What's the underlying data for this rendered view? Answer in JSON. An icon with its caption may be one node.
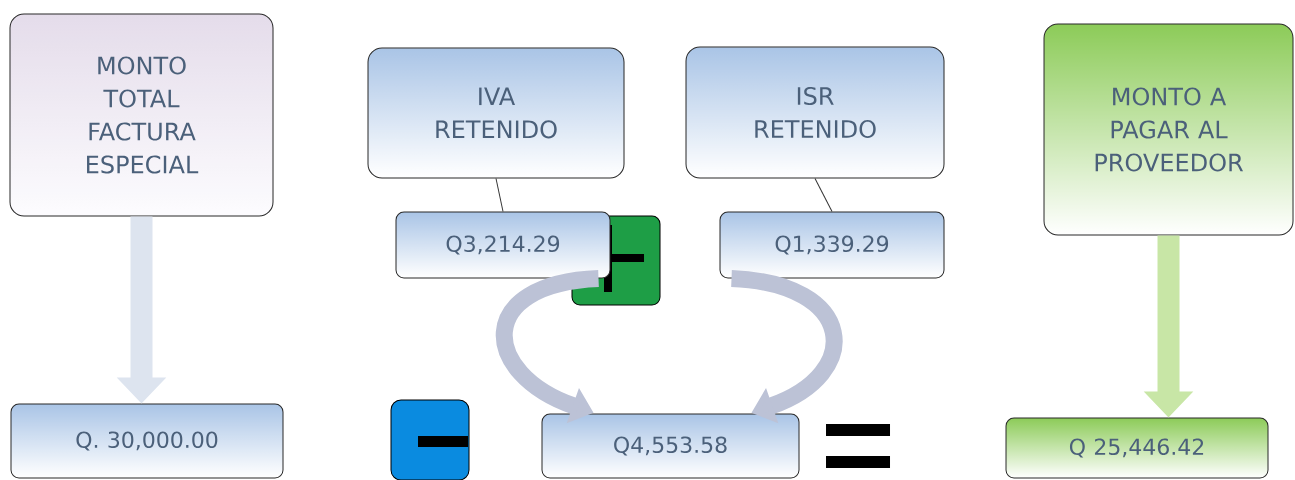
{
  "diagram": {
    "nodes": [
      {
        "text": [
          "MONTO TOTAL FACTURA ESPECIAL"
        ]
      },
      {
        "text": [
          "Q. 30,000.00"
        ]
      },
      {
        "text": [
          "IVA RETENIDO"
        ]
      },
      {
        "text": [
          "ISR RETENIDO"
        ]
      },
      {
        "text": [
          "Q3,214.29"
        ]
      },
      {
        "text": [
          "Q1,339.29"
        ]
      },
      {
        "text": [
          "Q4,553.58"
        ]
      },
      {
        "text": [
          "MONTO A PAGAR AL PROVEEDOR"
        ]
      },
      {
        "text": [
          "Q 25,446.42"
        ]
      }
    ],
    "edges": [
      {
        "from": 0,
        "to": 1,
        "arrow": "to",
        "color": "#dde4ef"
      },
      {
        "from": 2,
        "to": 4,
        "arrow": "none",
        "color": "#333333"
      },
      {
        "from": 3,
        "to": 5,
        "arrow": "none",
        "color": "#333333"
      },
      {
        "from": 4,
        "to": 6,
        "arrow": "to",
        "color": "#bcc2d6"
      },
      {
        "from": 5,
        "to": 6,
        "arrow": "to",
        "color": "#bcc2d6"
      },
      {
        "from": 7,
        "to": 8,
        "arrow": "to",
        "color": "#c8e6a6"
      }
    ]
  }
}
